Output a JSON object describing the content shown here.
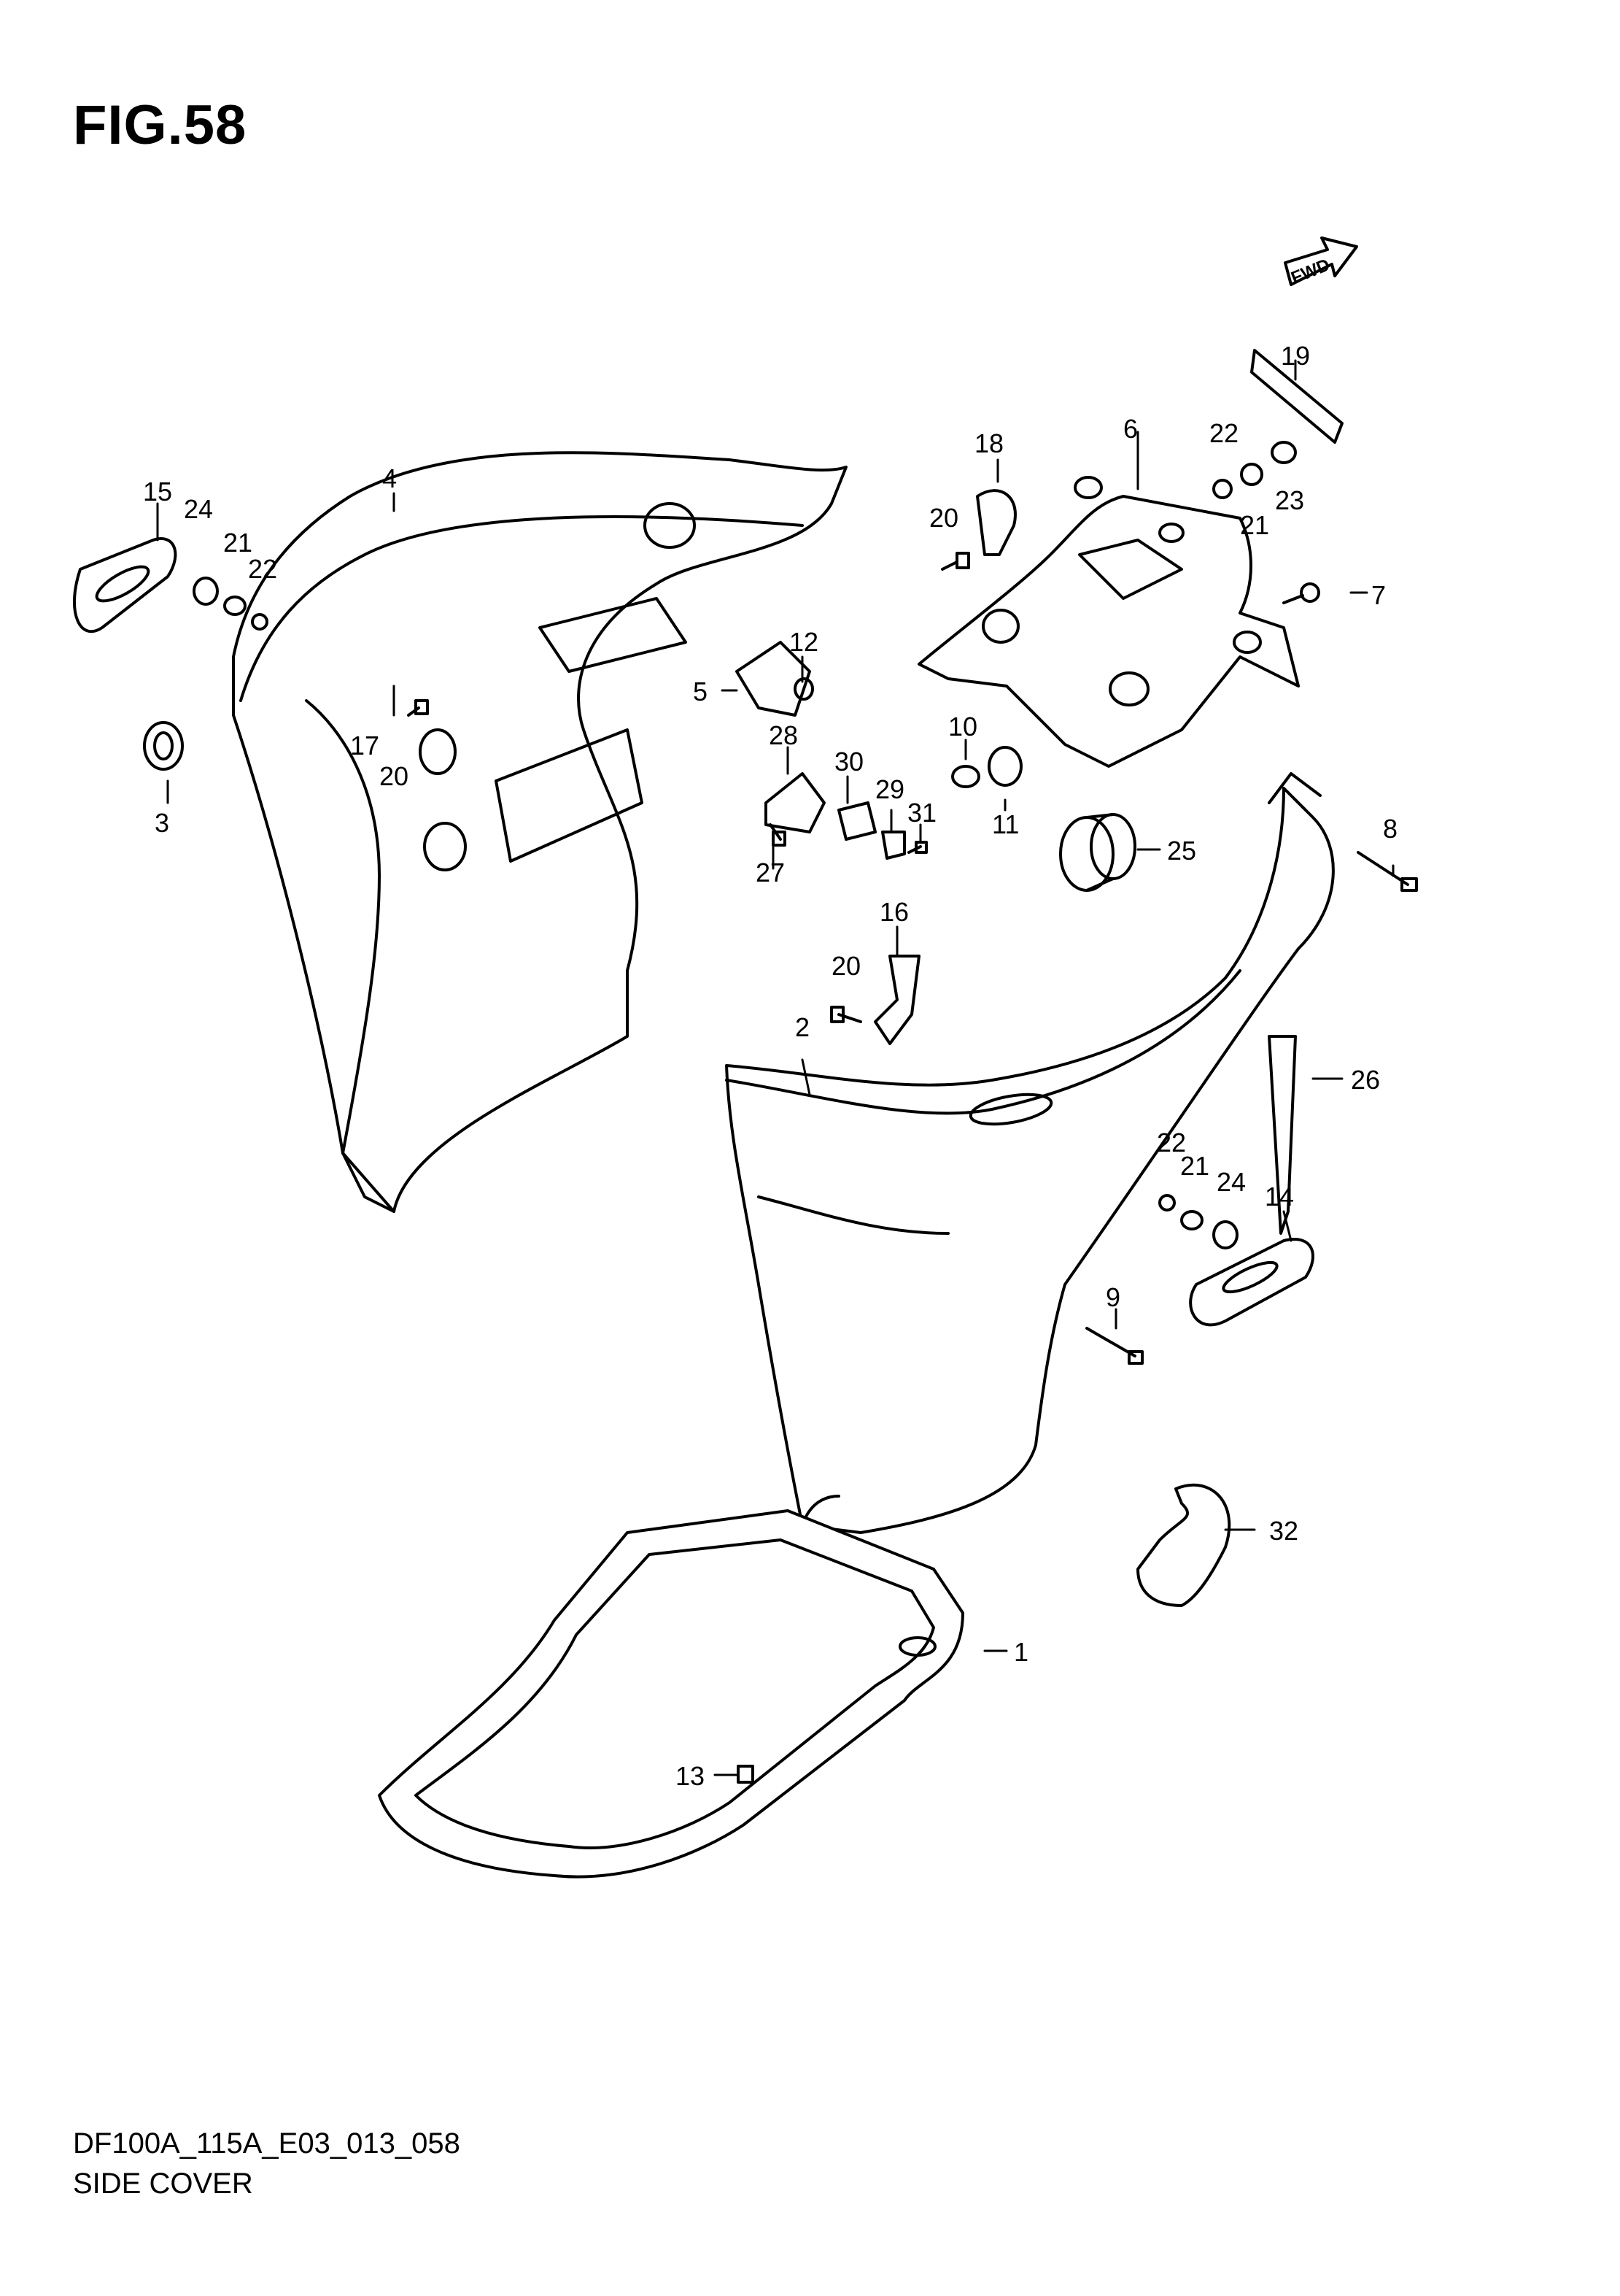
{
  "figure": {
    "title": "FIG.58",
    "diagram_code": "DF100A_115A_E03_013_058",
    "diagram_name": "SIDE COVER"
  },
  "fwd_label": "FWD",
  "callouts": [
    "1",
    "2",
    "3",
    "4",
    "5",
    "6",
    "7",
    "8",
    "9",
    "10",
    "11",
    "12",
    "13",
    "14",
    "15",
    "16",
    "17",
    "18",
    "19",
    "20",
    "20",
    "20",
    "21",
    "21",
    "21",
    "22",
    "22",
    "22",
    "23",
    "24",
    "24",
    "25",
    "26",
    "27",
    "28",
    "29",
    "30",
    "31",
    "32"
  ]
}
